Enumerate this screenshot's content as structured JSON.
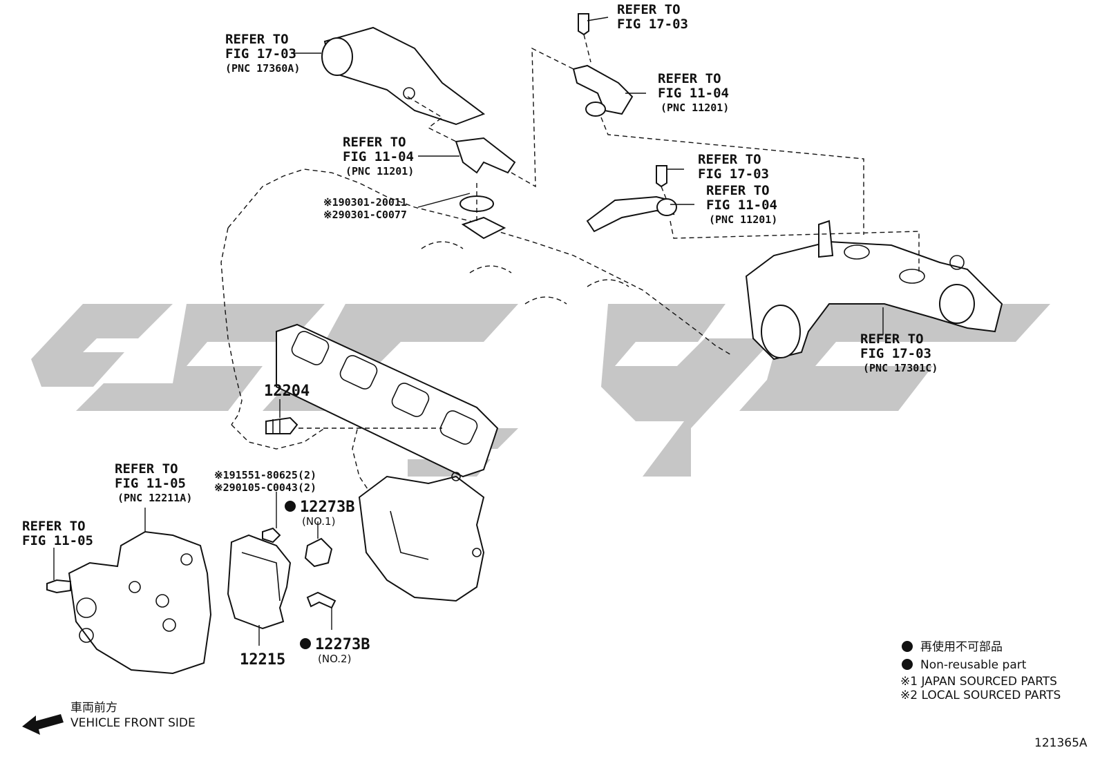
{
  "refs": {
    "fig1703_pnc17360a": {
      "line1": "REFER TO",
      "line2": "FIG 17-03",
      "line3": "(PNC 17360A)"
    },
    "fig1703_top": {
      "line1": "REFER TO",
      "line2": "FIG 17-03"
    },
    "fig1104_top_right": {
      "line1": "REFER TO",
      "line2": "FIG 11-04",
      "line3": "(PNC 11201)"
    },
    "fig1104_center": {
      "line1": "REFER TO",
      "line2": "FIG 11-04",
      "line3": "(PNC 11201)"
    },
    "fig1703_mid_right": {
      "line1": "REFER TO",
      "line2": "FIG 17-03"
    },
    "fig1104_mid_right": {
      "line1": "REFER TO",
      "line2": "FIG 11-04",
      "line3": "(PNC 11201)"
    },
    "fig1703_pnc17301c": {
      "line1": "REFER TO",
      "line2": "FIG 17-03",
      "line3": "(PNC 17301C)"
    },
    "fig1105_pnc12211a": {
      "line1": "REFER TO",
      "line2": "FIG 11-05",
      "line3": "(PNC 12211A)"
    },
    "fig1105_left": {
      "line1": "REFER TO",
      "line2": "FIG 11-05"
    }
  },
  "parts": {
    "gasket_code1": "※190301-20011",
    "gasket_code2": "※290301-C0077",
    "p12204": "12204",
    "bolt_code1": "※191551-80625(2)",
    "bolt_code2": "※290105-C0043(2)",
    "p12273b_no1": "12273B",
    "p12273b_no1_sub": "(NO.1)",
    "p12273b_no2": "12273B",
    "p12273b_no2_sub": "(NO.2)",
    "p12215": "12215"
  },
  "legend": {
    "jp": "再使用不可部品",
    "en": "Non-reusable part",
    "note1": "※1  JAPAN SOURCED PARTS",
    "note2": "※2  LOCAL SOURCED PARTS"
  },
  "front": {
    "jp": "車両前方",
    "en": "VEHICLE FRONT SIDE"
  },
  "diagram_id": "121365A",
  "colors": {
    "watermark": "#c6c6c6",
    "ink": "#111111"
  }
}
